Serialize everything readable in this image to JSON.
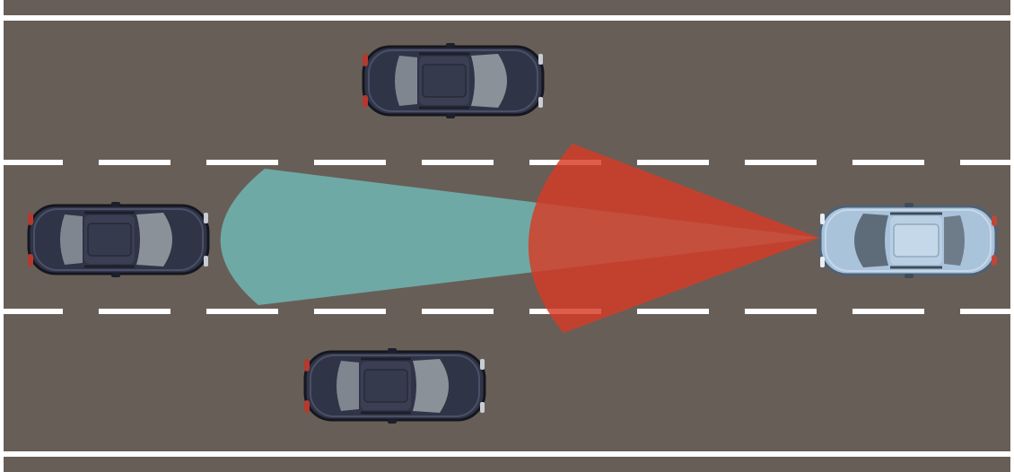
{
  "scene": {
    "road_color": "#685e58",
    "lane_marking_color": "#ffffff",
    "lanes": 3,
    "lane_divider_style": "dashed",
    "edge_line_style": "solid"
  },
  "vehicles": [
    {
      "name": "ego-car",
      "lane": "middle",
      "color": "#a9c3db",
      "facing": "left"
    },
    {
      "name": "trailing-car-middle-lane",
      "lane": "middle",
      "color": "#2f3447",
      "facing": "right"
    },
    {
      "name": "car-top-lane",
      "lane": "top",
      "color": "#2f3447",
      "facing": "right"
    },
    {
      "name": "car-bottom-lane",
      "lane": "bottom",
      "color": "#2f3447",
      "facing": "right"
    }
  ],
  "sensor_zones": [
    {
      "name": "long-range-detection-cone",
      "color": "#6fb0ad",
      "reach": "long",
      "beam": "narrow"
    },
    {
      "name": "short-range-detection-cone",
      "color": "#d63a24",
      "reach": "short",
      "beam": "wide"
    }
  ]
}
